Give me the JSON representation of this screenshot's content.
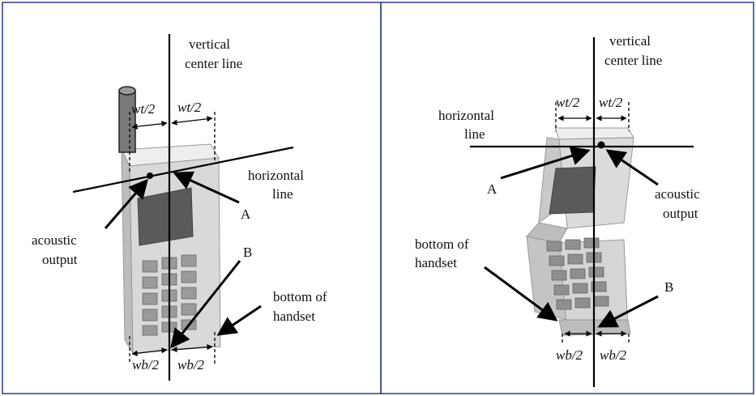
{
  "left_panel": {
    "labels": {
      "vertical_center_line_1": "vertical",
      "vertical_center_line_2": "center line",
      "horizontal_line_1": "horizontal",
      "horizontal_line_2": "line",
      "acoustic_output_1": "acoustic",
      "acoustic_output_2": "output",
      "point_a": "A",
      "point_b": "B",
      "bottom_of_handset_1": "bottom of",
      "bottom_of_handset_2": "handset",
      "wt_half_left": "wt/2",
      "wt_half_right": "wt/2",
      "wb_half_left": "wb/2",
      "wb_half_right": "wb/2"
    }
  },
  "right_panel": {
    "labels": {
      "vertical_center_line_1": "vertical",
      "vertical_center_line_2": "center line",
      "horizontal_line_1": "horizontal",
      "horizontal_line_2": "line",
      "acoustic_output_1": "acoustic",
      "acoustic_output_2": "output",
      "point_a": "A",
      "point_b": "B",
      "bottom_of_handset_1": "bottom of",
      "bottom_of_handset_2": "handset",
      "wt_half_left": "wt/2",
      "wt_half_right": "wt/2",
      "wb_half_left": "wb/2",
      "wb_half_right": "wb/2"
    }
  },
  "colors": {
    "border": "#2b3d8c",
    "phone_body": "#d9d9d9",
    "screen": "#5a5a5a",
    "antenna": "#7a7a7a"
  }
}
